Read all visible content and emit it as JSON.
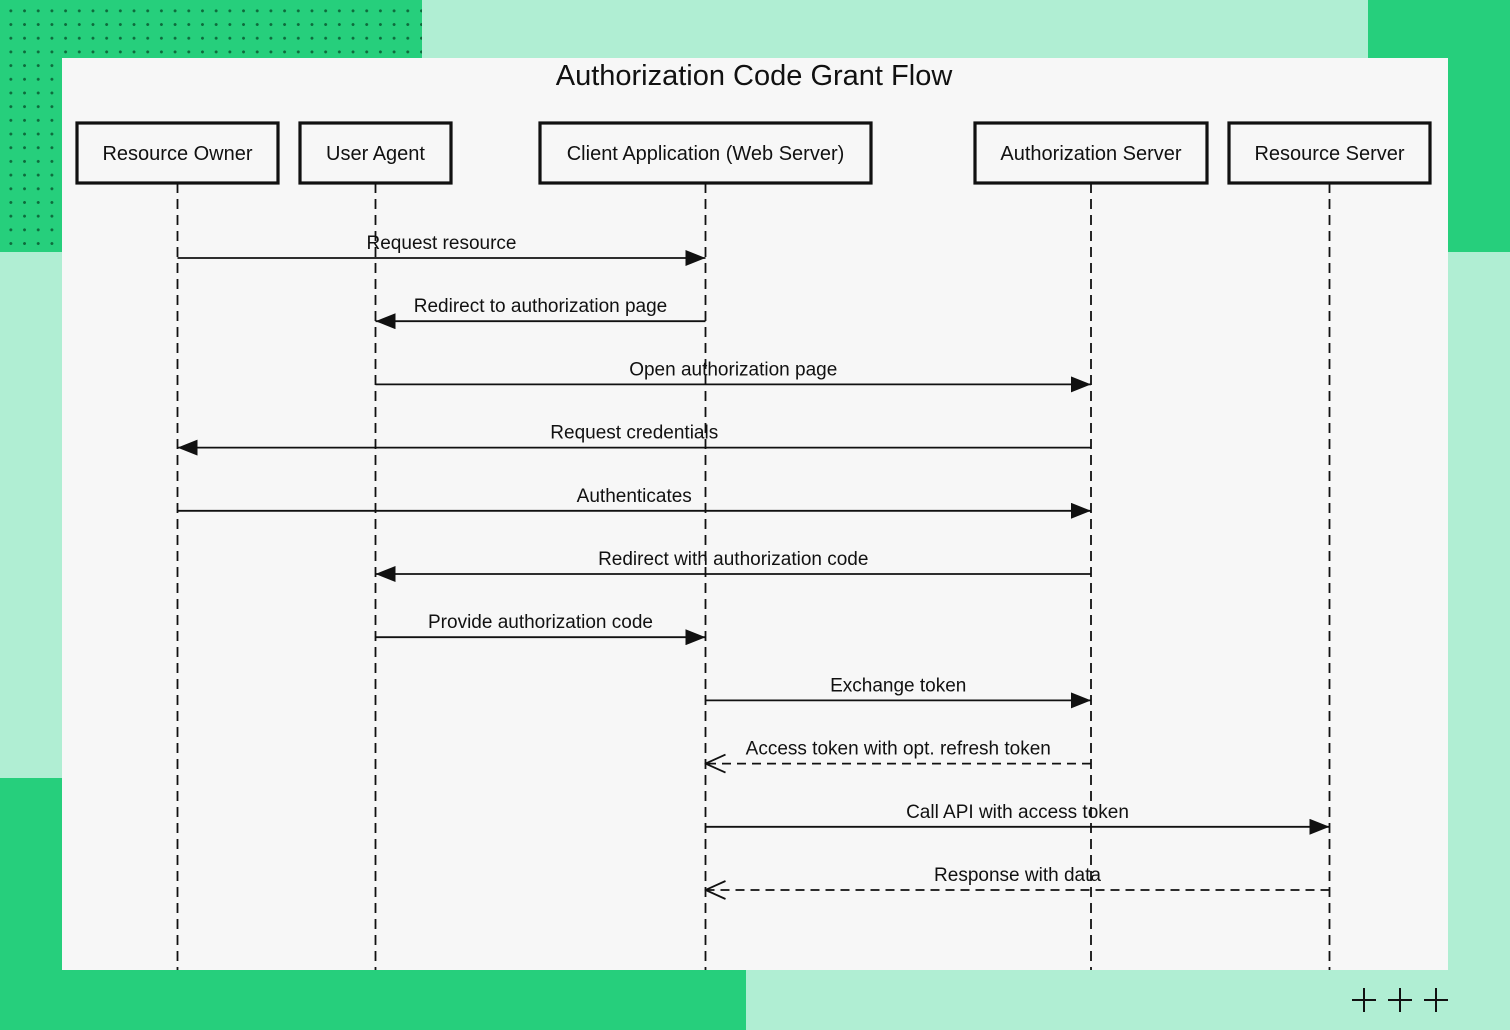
{
  "diagram": {
    "title": "Authorization Code Grant Flow",
    "participants": [
      {
        "id": "owner",
        "label": "Resource Owner"
      },
      {
        "id": "agent",
        "label": "User Agent"
      },
      {
        "id": "client",
        "label": "Client Application (Web Server)"
      },
      {
        "id": "auth",
        "label": "Authorization Server"
      },
      {
        "id": "resource",
        "label": "Resource Server"
      }
    ],
    "messages": [
      {
        "from": "owner",
        "to": "client",
        "label": "Request resource",
        "style": "solid"
      },
      {
        "from": "client",
        "to": "agent",
        "label": "Redirect to authorization page",
        "style": "solid"
      },
      {
        "from": "agent",
        "to": "auth",
        "label": "Open authorization page",
        "style": "solid"
      },
      {
        "from": "auth",
        "to": "owner",
        "label": "Request credentials",
        "style": "solid"
      },
      {
        "from": "owner",
        "to": "auth",
        "label": "Authenticates",
        "style": "solid"
      },
      {
        "from": "auth",
        "to": "agent",
        "label": "Redirect with authorization code",
        "style": "solid"
      },
      {
        "from": "agent",
        "to": "client",
        "label": "Provide authorization code",
        "style": "solid"
      },
      {
        "from": "client",
        "to": "auth",
        "label": "Exchange token",
        "style": "solid"
      },
      {
        "from": "auth",
        "to": "client",
        "label": "Access token with opt. refresh token",
        "style": "dashed"
      },
      {
        "from": "client",
        "to": "resource",
        "label": "Call API with access token",
        "style": "solid"
      },
      {
        "from": "resource",
        "to": "client",
        "label": "Response with data",
        "style": "dashed"
      }
    ]
  },
  "colors": {
    "background": "#b0eed3",
    "accent_green": "#26cf7c",
    "dot_color": "#0d6b3c",
    "panel": "#f7f7f7",
    "ink": "#111111"
  },
  "decorations": {
    "corner_icon": "plus-icon"
  }
}
